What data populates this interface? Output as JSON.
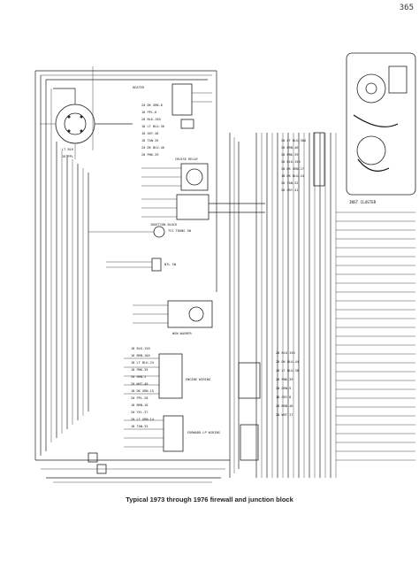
{
  "page": {
    "number": "365",
    "caption": "Typical 1973 through 1976 firewall and junction block"
  },
  "colors": {
    "ink": "#222222",
    "paper": "#ffffff"
  },
  "components": {
    "ignition_switch": {
      "name": "ignition-switch",
      "labels": [
        "LT BLK",
        "18 PPL"
      ]
    },
    "heater": {
      "label": "HEATER"
    },
    "instrument_cluster": {
      "label": "INST CLUSTER"
    },
    "junction_block": {
      "label": "JUNCTION BLOCK"
    },
    "cruise_relay": {
      "label": "CRUISE RELAY"
    },
    "ntl_sw": {
      "label": "NTL SW"
    },
    "tcs_trans_sw": {
      "label": "TCS TRANS SW"
    },
    "washer": {
      "label": "WSW WASHER"
    },
    "engine_wiring": {
      "label": "ENGINE WIRING"
    },
    "forward_lp_wiring": {
      "label": "FORWARD LP WIRING"
    }
  },
  "wire_labels_left": [
    "20 DK GRN-8",
    "18 PPL-6",
    "20 BLK-150",
    "18 LT BLU-36",
    "18 GRY-38",
    "18 TAN-35",
    "20 DK BLU-46",
    "20 PNK-39"
  ],
  "wire_labels_right": [
    "20 LT BLU-30A",
    "20 BRN-46",
    "20 PNK-39",
    "20 BLK-150",
    "20 DK GRN-27",
    "18 DK BLU-44",
    "20 TAN-32",
    "20 GRY-41"
  ],
  "wire_labels_lower": [
    "18 BLK-150",
    "16 BRN-10A",
    "18 LT BLU-24",
    "18 PNK-39",
    "20 ORN-2",
    "20 WHT-40",
    "18 DK GRN-15",
    "20 PPL-28",
    "18 BRN-10",
    "20 YEL-37",
    "20 LT GRN-14",
    "18 TAN-33"
  ],
  "wire_labels_bottom_right": [
    "20 BLK-150",
    "20 DK BLU-44",
    "20 LT BLU-30",
    "20 PNK-39",
    "20 ORN-5",
    "18 GRY-8",
    "20 BRN-46",
    "20 WHT-17"
  ]
}
